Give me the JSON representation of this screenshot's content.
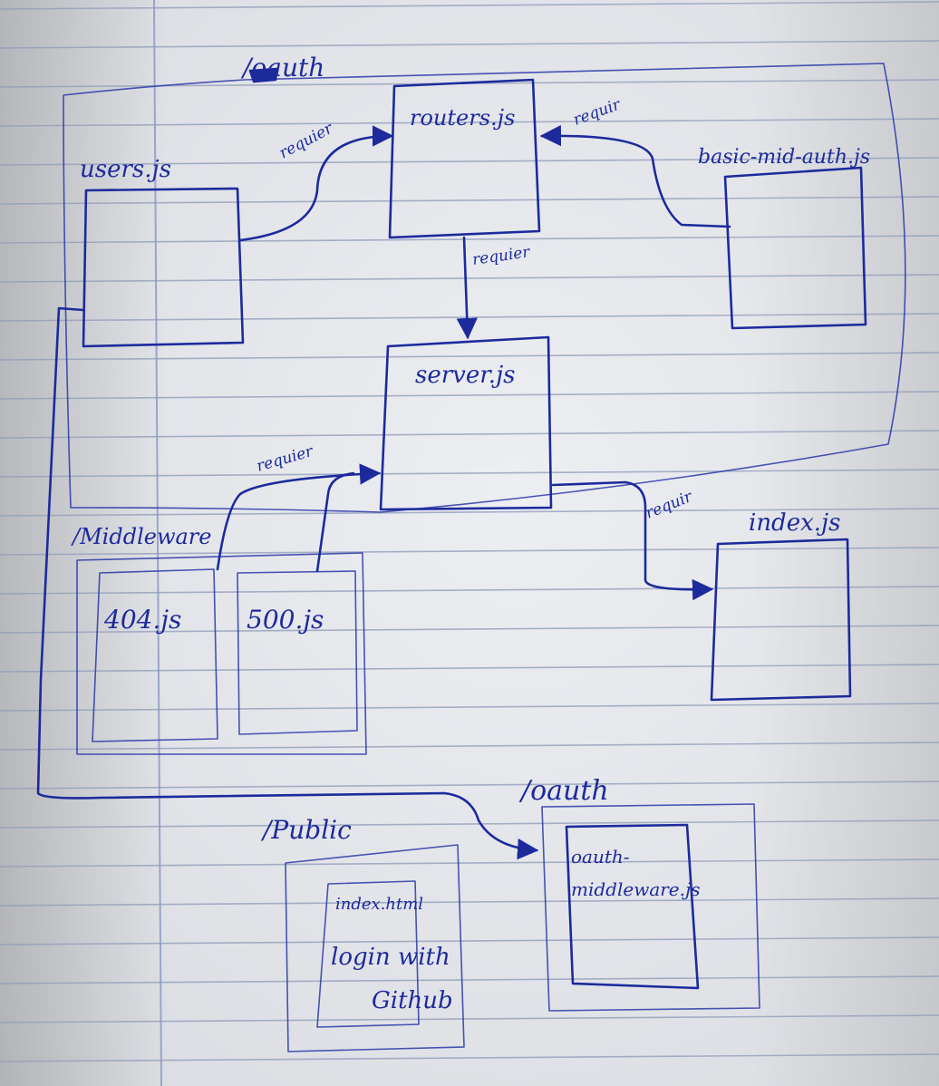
{
  "folders": {
    "oauth_top": "/oauth",
    "middleware": "/Middleware",
    "public": "/Public",
    "oauth_bottom": "/oauth"
  },
  "files": {
    "users": "users.js",
    "routers": "routers.js",
    "basic_mid_auth": "basic-mid-auth.js",
    "server": "server.js",
    "index": "index.js",
    "err404": "404.js",
    "err500": "500.js",
    "index_html": "index.html",
    "oauth_mid_line1": "oauth-",
    "oauth_mid_line2": "middleware.js"
  },
  "index_html_content": {
    "line1": "login with",
    "line2": "Github"
  },
  "edge_labels": {
    "users_to_routers": "requier",
    "basic_to_routers": "requir",
    "routers_to_server": "requier",
    "middleware_to_server": "requier",
    "server_to_index": "requir"
  }
}
